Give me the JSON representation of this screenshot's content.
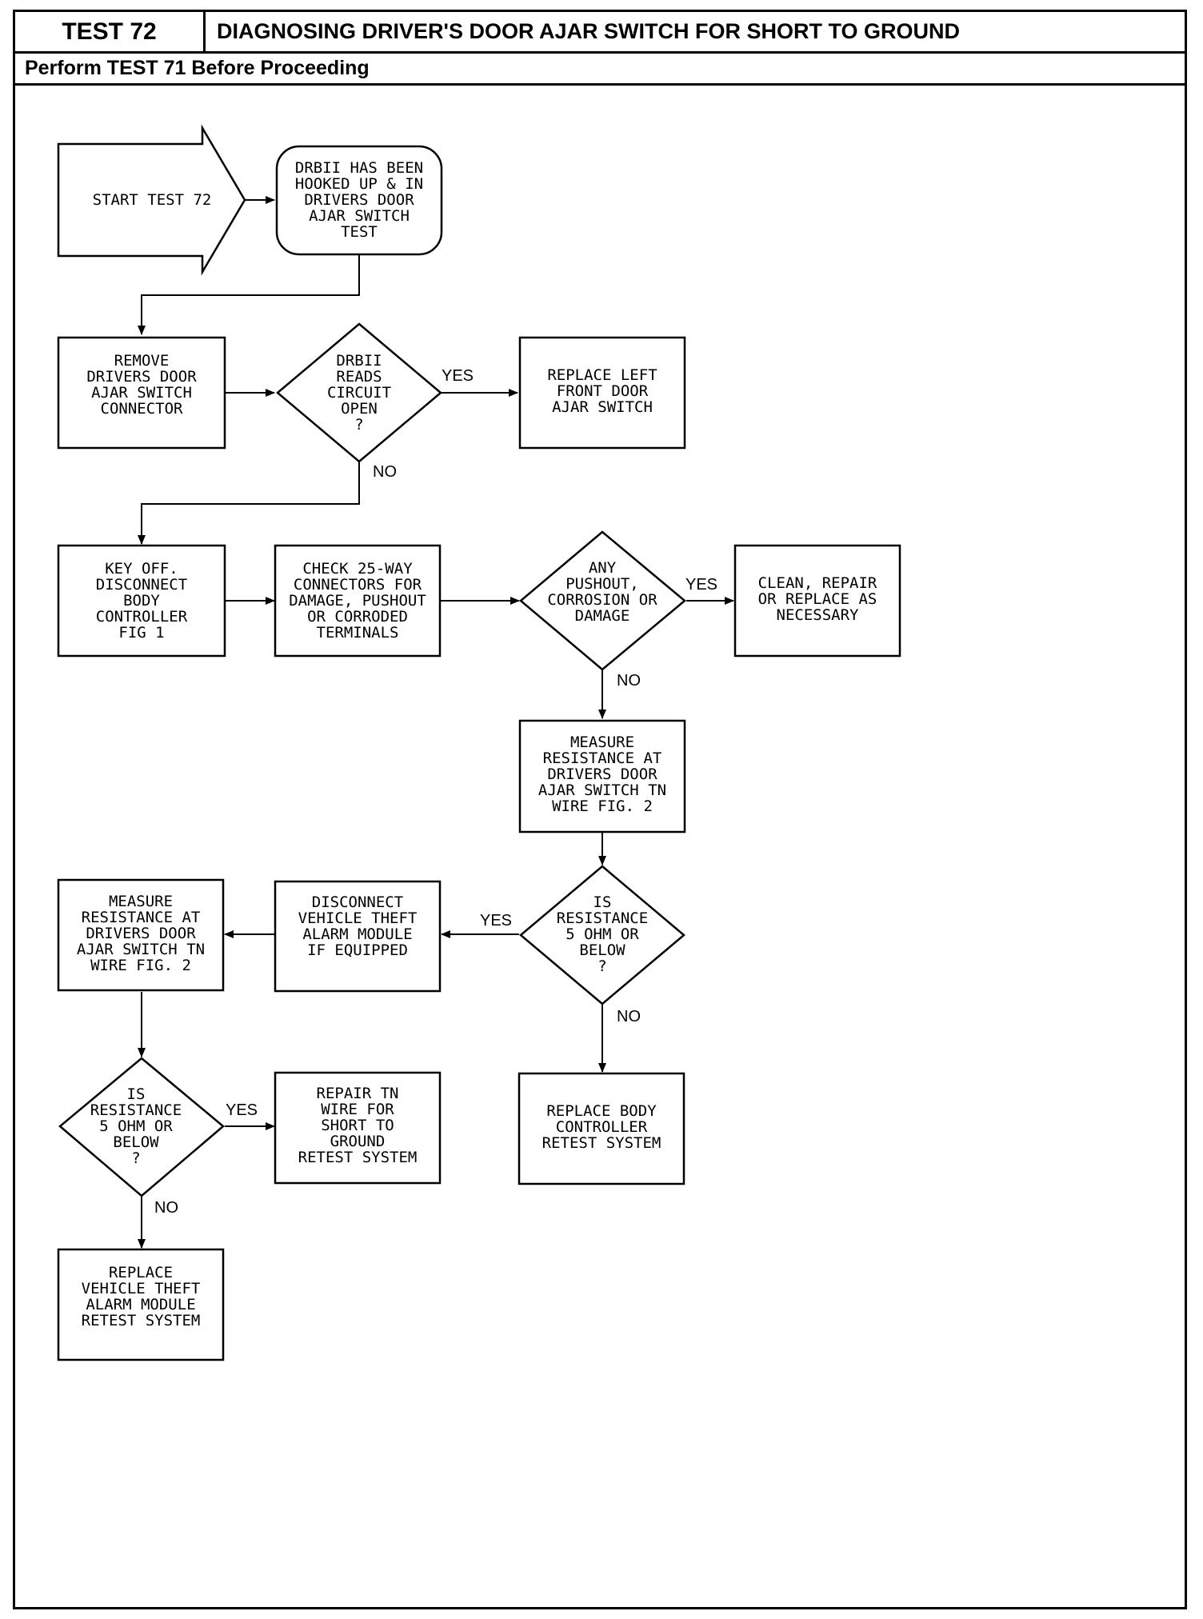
{
  "header": {
    "test_label": "TEST 72",
    "title": "DIAGNOSING DRIVER'S DOOR AJAR SWITCH FOR SHORT TO GROUND",
    "subtitle": "Perform TEST 71 Before Proceeding"
  },
  "nodes": {
    "start": [
      "START TEST 72"
    ],
    "drbii_hooked": [
      "DRBII HAS BEEN",
      "HOOKED UP & IN",
      "DRIVERS DOOR",
      "AJAR SWITCH",
      "TEST"
    ],
    "remove_connector": [
      "REMOVE",
      "DRIVERS DOOR",
      "AJAR SWITCH",
      "CONNECTOR"
    ],
    "drbii_reads_open": [
      "DRBII",
      "READS",
      "CIRCUIT",
      "OPEN",
      "?"
    ],
    "replace_left_front": [
      "REPLACE LEFT",
      "FRONT DOOR",
      "AJAR SWITCH"
    ],
    "key_off": [
      "KEY OFF.",
      "DISCONNECT",
      "BODY",
      "CONTROLLER",
      "FIG 1"
    ],
    "check_25way": [
      "CHECK 25-WAY",
      "CONNECTORS FOR",
      "DAMAGE, PUSHOUT",
      "OR CORRODED",
      "TERMINALS"
    ],
    "any_pushout": [
      "ANY",
      "PUSHOUT,",
      "CORROSION OR",
      "DAMAGE"
    ],
    "clean_repair": [
      "CLEAN, REPAIR",
      "OR REPLACE AS",
      "NECESSARY"
    ],
    "measure_1": [
      "MEASURE",
      "RESISTANCE AT",
      "DRIVERS DOOR",
      "AJAR SWITCH TN",
      "WIRE FIG. 2"
    ],
    "is_resistance_1": [
      "IS",
      "RESISTANCE",
      "5 OHM OR",
      "BELOW",
      "?"
    ],
    "disconnect_vta": [
      "DISCONNECT",
      "VEHICLE THEFT",
      "ALARM MODULE",
      "IF EQUIPPED"
    ],
    "measure_2": [
      "MEASURE",
      "RESISTANCE AT",
      "DRIVERS DOOR",
      "AJAR SWITCH TN",
      "WIRE FIG. 2"
    ],
    "replace_body_ctrl": [
      "REPLACE BODY",
      "CONTROLLER",
      "RETEST SYSTEM"
    ],
    "is_resistance_2": [
      "IS",
      "RESISTANCE",
      "5 OHM OR",
      "BELOW",
      "?"
    ],
    "repair_tn": [
      "REPAIR TN",
      "WIRE FOR",
      "SHORT TO",
      "GROUND",
      "RETEST SYSTEM"
    ],
    "replace_vta": [
      "REPLACE",
      "VEHICLE THEFT",
      "ALARM MODULE",
      "RETEST SYSTEM"
    ]
  },
  "branch_labels": {
    "yes": "YES",
    "no": "NO"
  }
}
